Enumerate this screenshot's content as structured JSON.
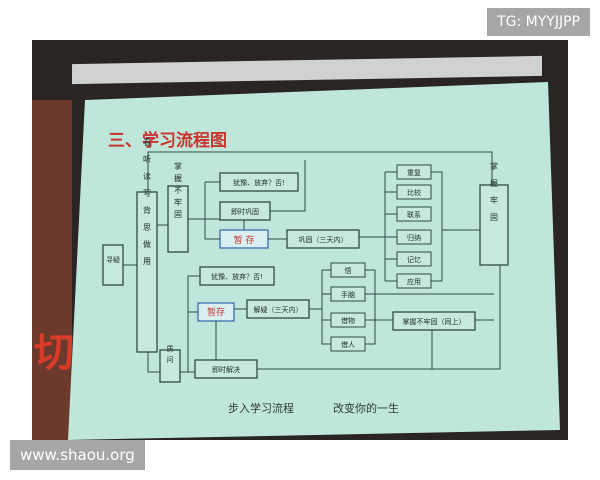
{
  "watermarks": {
    "top_right": "TG: MYYJJPP",
    "bottom_left": "www.shaou.org"
  },
  "slide": {
    "title": "三、学习流程图",
    "footer_left": "步入学习流程",
    "footer_right": "改变你的一生",
    "accent_color": "#c8352e",
    "nodes": {
      "start": "寻疑",
      "methods": "看听读写背思做用",
      "not_mastered": "掌握不牢固",
      "hesitate1": "犹豫、放弃？否!",
      "instant_consolidate": "即时巩固",
      "store1": "暂 存",
      "consolidate3": "巩固（三天内）",
      "steps": [
        "重复",
        "比较",
        "联系",
        "归纳",
        "记忆",
        "应用"
      ],
      "mastered": "掌握牢固",
      "question": "质问",
      "hesitate2": "犹豫、放弃？否!",
      "store2": "暂存",
      "resolve3": "解疑（三天内）",
      "aids": [
        "悟",
        "手脑",
        "借物",
        "借人"
      ],
      "not_mastered_same": "掌握不牢固（同上）",
      "instant_resolve": "即时解决"
    }
  }
}
